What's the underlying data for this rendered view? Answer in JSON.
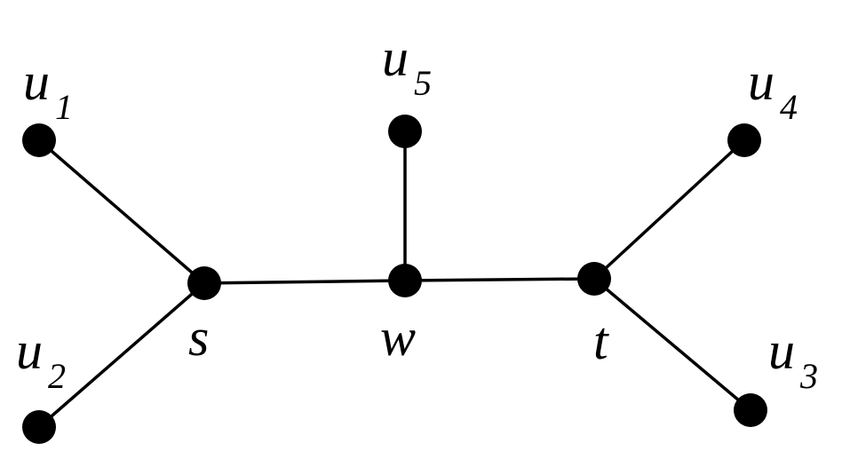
{
  "diagram": {
    "type": "tree-graph",
    "colors": {
      "edge": "#000000",
      "node": "#000000",
      "background": "#ffffff"
    },
    "nodes": [
      {
        "id": "u1",
        "label": "u",
        "subscript": "1"
      },
      {
        "id": "u2",
        "label": "u",
        "subscript": "2"
      },
      {
        "id": "s",
        "label": "s",
        "subscript": ""
      },
      {
        "id": "w",
        "label": "w",
        "subscript": ""
      },
      {
        "id": "u5",
        "label": "u",
        "subscript": "5"
      },
      {
        "id": "t",
        "label": "t",
        "subscript": ""
      },
      {
        "id": "u4",
        "label": "u",
        "subscript": "4"
      },
      {
        "id": "u3",
        "label": "u",
        "subscript": "3"
      }
    ],
    "edges": [
      {
        "from": "u1",
        "to": "s"
      },
      {
        "from": "u2",
        "to": "s"
      },
      {
        "from": "s",
        "to": "w"
      },
      {
        "from": "w",
        "to": "u5"
      },
      {
        "from": "w",
        "to": "t"
      },
      {
        "from": "t",
        "to": "u4"
      },
      {
        "from": "t",
        "to": "u3"
      }
    ]
  }
}
